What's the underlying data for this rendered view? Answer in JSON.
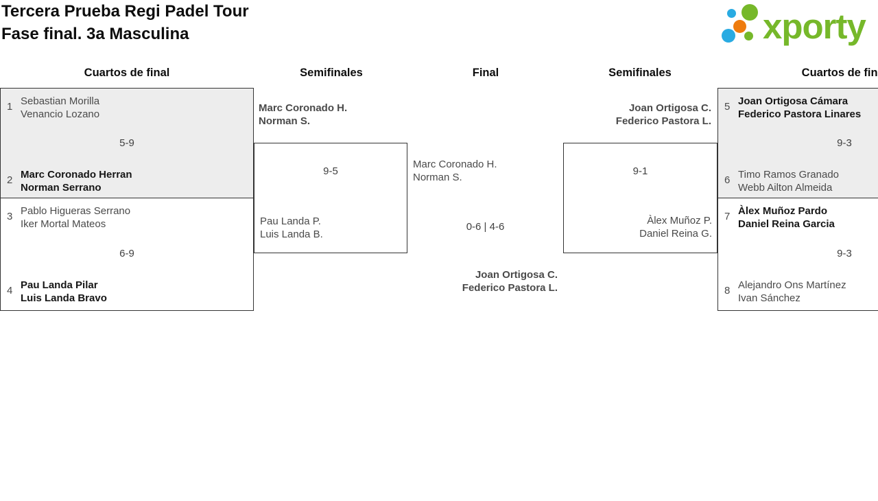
{
  "page": {
    "title_line1": "Tercera Prueba Regi Padel Tour",
    "title_line2": "Fase final. 3a Masculina"
  },
  "logo": {
    "text": "xporty",
    "colors": {
      "green": "#76b82a",
      "blue": "#29abe2",
      "orange": "#ee7c0e"
    }
  },
  "round_labels": [
    "Cuartos de final",
    "Semifinales",
    "Final",
    "Semifinales",
    "Cuartos de final"
  ],
  "bracket": {
    "quarterfinals_left": [
      {
        "seed_top": "1",
        "team_top": [
          "Sebastian Morilla",
          "Venancio Lozano"
        ],
        "score": "5-9",
        "seed_bottom": "2",
        "team_bottom": [
          "Marc Coronado Herran",
          "Norman Serrano"
        ],
        "winner": "bottom"
      },
      {
        "seed_top": "3",
        "team_top": [
          "Pablo Higueras Serrano",
          "Iker Mortal Mateos"
        ],
        "score": "6-9",
        "seed_bottom": "4",
        "team_bottom": [
          "Pau Landa Pilar",
          "Luis Landa Bravo"
        ],
        "winner": "bottom"
      }
    ],
    "semifinal_left": {
      "team_top": [
        "Marc Coronado H.",
        "Norman S."
      ],
      "score": "9-5",
      "team_bottom": [
        "Pau Landa P.",
        "Luis Landa B."
      ],
      "winner": "top"
    },
    "final": {
      "team_top": [
        "Marc Coronado H.",
        "Norman S."
      ],
      "score": "0-6 | 4-6",
      "team_bottom": [
        "Joan Ortigosa C.",
        "Federico Pastora L."
      ],
      "winner": "bottom"
    },
    "semifinal_right": {
      "team_top": [
        "Joan Ortigosa C.",
        "Federico Pastora L."
      ],
      "score": "9-1",
      "team_bottom": [
        "Àlex Muñoz P.",
        "Daniel Reina G."
      ],
      "winner": "top"
    },
    "quarterfinals_right": [
      {
        "seed_top": "5",
        "team_top": [
          "Joan Ortigosa Cámara",
          "Federico Pastora Linares"
        ],
        "score": "9-3",
        "seed_bottom": "6",
        "team_bottom": [
          "Timo Ramos Granado",
          "Webb Ailton Almeida"
        ],
        "winner": "top"
      },
      {
        "seed_top": "7",
        "team_top": [
          "Àlex Muñoz Pardo",
          "Daniel Reina Garcia"
        ],
        "score": "9-3",
        "seed_bottom": "8",
        "team_bottom": [
          "Alejandro Ons Martínez",
          "Ivan Sánchez"
        ],
        "winner": "top"
      }
    ]
  }
}
